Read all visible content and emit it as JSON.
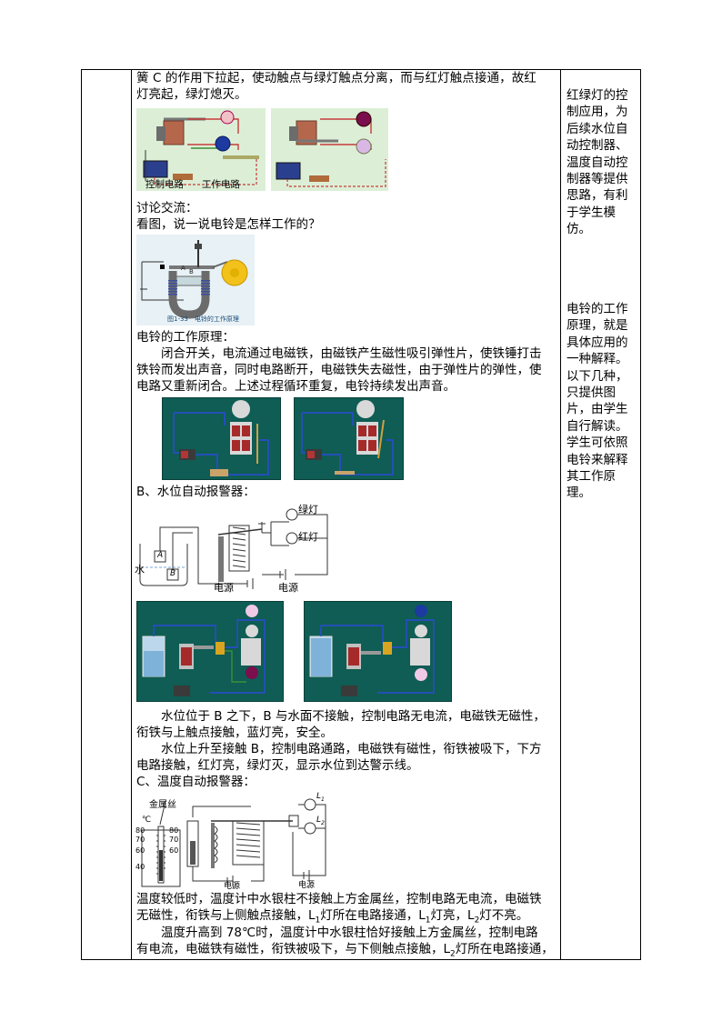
{
  "main": {
    "p_intro_1": "簧 C 的作用下拉起，使动触点与绿灯触点分离，而与红灯触点接通，故红",
    "p_intro_2": "灯亮起，绿灯熄灭。",
    "fig1_label_control": "控制电路",
    "fig1_label_work": "工作电路",
    "discussion_title": "讨论交流：",
    "discussion_q": "看图，说一说电铃是怎样工作的？",
    "bell_fig_caption": "图1-33　电铃的工作原理",
    "bell_principle_title": "电铃的工作原理：",
    "bell_p1": "闭合开关，电流通过电磁铁，由磁铁产生磁性吸引弹性片，使铁锤打击",
    "bell_p2": "铁铃而发出声音，同时电路断开，电磁铁失去磁性，由于弹性片的弹性，使",
    "bell_p3": "电路又重新闭合。上述过程循环重复，电铃持续发出声音。",
    "b_title": "B、水位自动报警器：",
    "water_label_green": "绿灯",
    "water_label_red": "红灯",
    "water_label_water": "水",
    "water_label_power1": "电源",
    "water_label_power2": "电源",
    "water_label_A": "A",
    "water_label_B": "B",
    "water_p1_1": "水位位于 B 之下，B 与水面不接触，控制电路无电流，电磁铁无磁性，",
    "water_p1_2": "衔铁与上触点接触，蓝灯亮，安全。",
    "water_p2_1": "水位上升至接触 B，控制电路通路，电磁铁有磁性，衔铁被吸下，下方",
    "water_p2_2": "电路接触，红灯亮，绿灯灭，显示水位到达警示线。",
    "c_title": "C、温度自动报警器：",
    "temp_label_wire": "金属丝",
    "temp_label_unit": "℃",
    "temp_label_L1": "L",
    "temp_label_L2": "L",
    "temp_label_power1": "电源",
    "temp_label_power2": "电源",
    "temp_ticks": [
      "80",
      "70",
      "60",
      "40"
    ],
    "temp_ticks_right": [
      "80",
      "70",
      "60"
    ],
    "temp_p1_1": "温度较低时，温度计中水银柱不接触上方金属丝，控制电路无电流，电磁铁",
    "temp_p1_2a": "无磁性，衔铁与上侧触点接触，L",
    "temp_p1_2b": "灯所在电路接通，L",
    "temp_p1_2c": "灯亮，L",
    "temp_p1_2d": "灯不亮。",
    "temp_p2_1": "温度升高到 78℃时，温度计中水银柱恰好接触上方金属丝，控制电路",
    "temp_p2_2a": "有电流，电磁铁有磁性，衔铁被吸下，与下侧触点接触，L",
    "temp_p2_2b": "灯所在电路接通，",
    "sub1": "1",
    "sub2": "2"
  },
  "side": {
    "note1": "红绿灯的控制应用，为后续水位自动控制器、温度自动控制器等提供思路，有利于学生模仿。",
    "note2": "电铃的工作原理，就是具体应用的一种解释。以下几种，只提供图片，由学生自行解读。学生可依照电铃来解释其工作原理。"
  },
  "colors": {
    "border": "#000000",
    "figure_dark": "#0f5d54",
    "figure_light": "#d8ebd2"
  }
}
